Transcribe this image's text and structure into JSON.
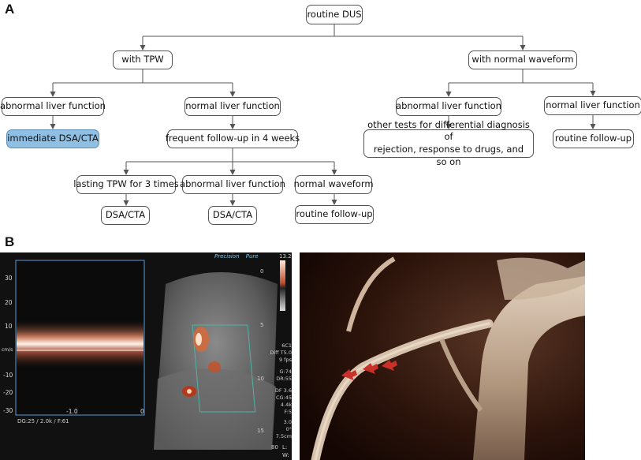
{
  "panels": {
    "a_label": "A",
    "b_label": "B"
  },
  "flowchart": {
    "root": "routine DUS",
    "with_tpw": "with TPW",
    "with_normal_waveform": "with normal waveform",
    "tpw_abnormal_liver": "abnormal liver function",
    "tpw_normal_liver": "normal liver function",
    "immediate_dsa_cta": "immediate DSA/CTA",
    "frequent_followup": "frequent follow-up in 4 weeks",
    "lasting_tpw": "lasting TPW for 3 times",
    "followup_abnormal_liver": "abnormal liver function",
    "normal_waveform": "normal waveform",
    "dsa_cta_1": "DSA/CTA",
    "dsa_cta_2": "DSA/CTA",
    "routine_followup_1": "routine follow-up",
    "nw_abnormal_liver": "abnormal liver function",
    "nw_normal_liver": "normal liver function",
    "other_tests_line1": "other tests for differential diagnosis of",
    "other_tests_line2": "rejection, response to drugs, and so on",
    "routine_followup_2": "routine follow-up"
  },
  "ultrasound": {
    "y_ticks": [
      "30",
      "20",
      "10",
      "cm/s",
      "-10",
      "-20",
      "-30"
    ],
    "x_ticks": [
      "-1.0",
      "0"
    ],
    "footer_left": "DG:25  / 2.0k  / F:61",
    "header_precision": "Precision",
    "header_pure": "Pure",
    "scale_top": "13.2",
    "depth_ticks": [
      "0",
      "5",
      "10",
      "15"
    ],
    "side_params": [
      "6C1",
      "Diff T5.0",
      "9 fps",
      "G:74",
      "DR:55",
      "DF 3.6",
      "CG:45",
      "4.4k",
      "F:5",
      "3.0",
      "0°",
      "7.5cm"
    ],
    "bottom_right": "80",
    "bottom_right_l": "L:",
    "bottom_right_w": "W:"
  },
  "ct": {
    "arrow_color": "#c8302a"
  }
}
